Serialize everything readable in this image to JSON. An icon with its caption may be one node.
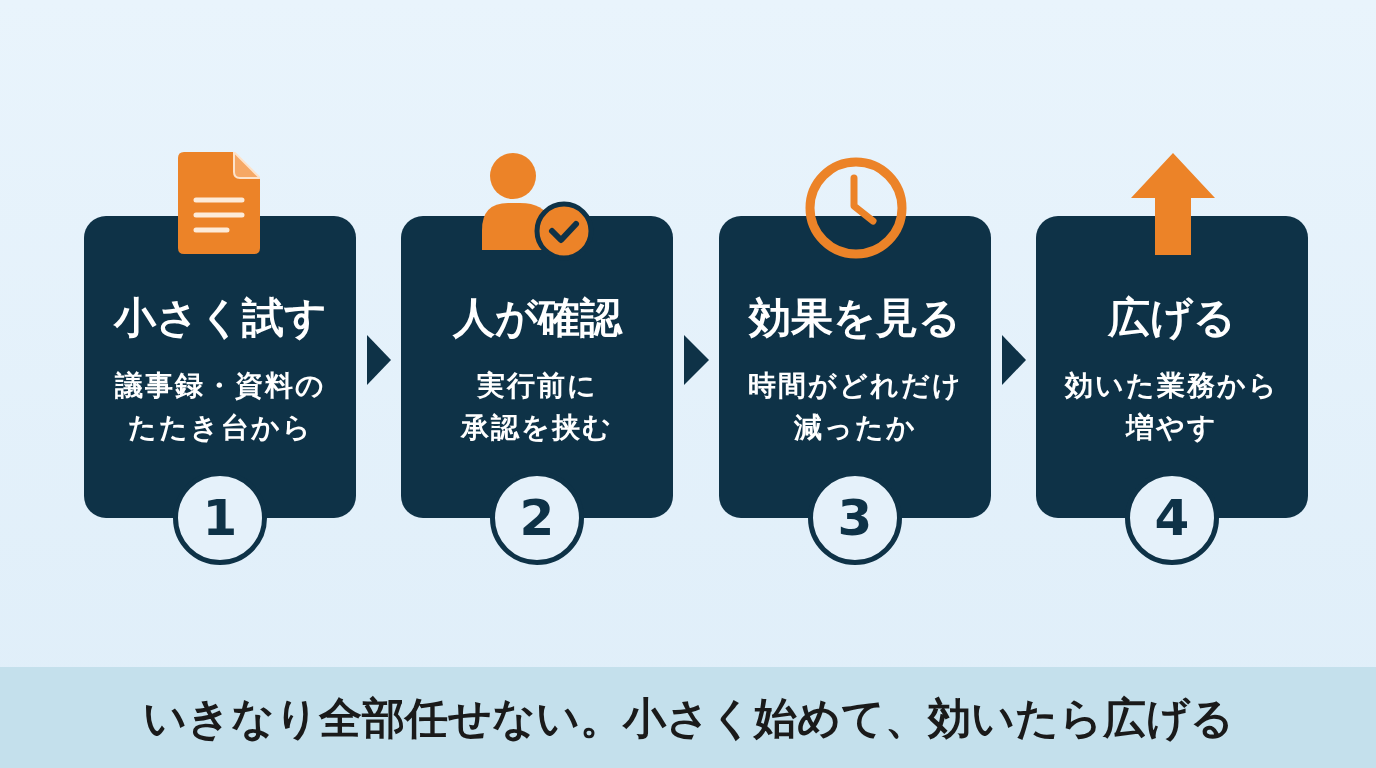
{
  "diagram": {
    "caption": "いきなり全部任せない。小さく始めて、効いたら広げる",
    "nodes": [
      {
        "text": [
          "小さく試す",
          "議事録・資料のたたき台から"
        ]
      },
      {
        "text": [
          "1"
        ]
      },
      {
        "text": [
          "人が確認",
          "実行前に承認を挟む"
        ]
      },
      {
        "text": [
          "2"
        ]
      },
      {
        "text": [
          "効果を見る",
          "時間がどれだけ減ったか"
        ]
      },
      {
        "text": [
          "3"
        ]
      },
      {
        "text": [
          "広げる",
          "効いた業務から増やす"
        ]
      },
      {
        "text": [
          "4"
        ]
      }
    ],
    "edges": [
      {
        "from": 0,
        "to": 2,
        "arrow": "to"
      },
      {
        "from": 2,
        "to": 4,
        "arrow": "to"
      },
      {
        "from": 4,
        "to": 6,
        "arrow": "to"
      }
    ]
  }
}
